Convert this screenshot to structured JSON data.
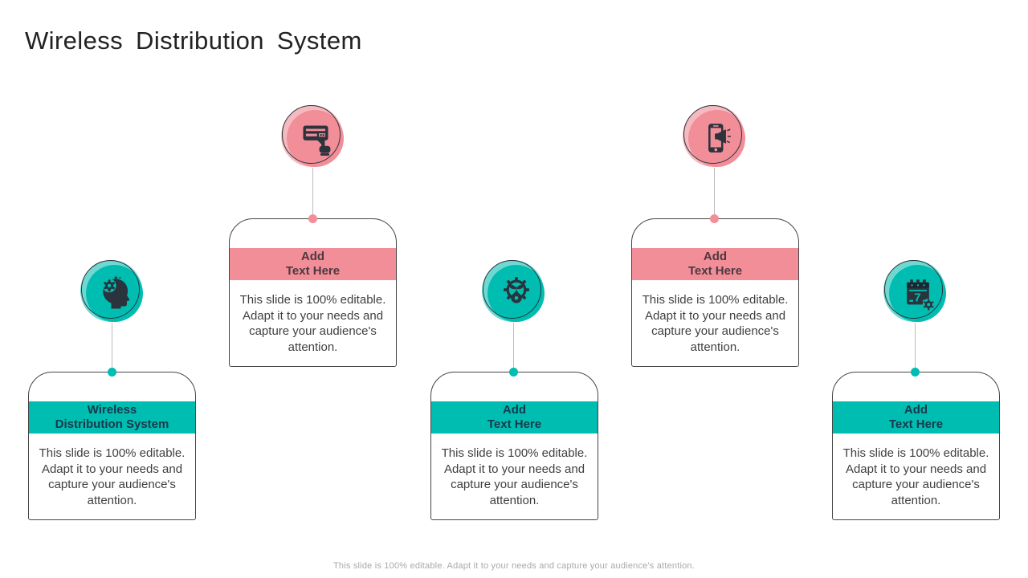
{
  "title": "Wireless Distribution System",
  "footer": "This slide is 100% editable. Adapt it to your needs and capture your audience's attention.",
  "colors": {
    "teal": "#00bdb2",
    "teal_light": "#6fd8d1",
    "pink": "#f28e98",
    "pink_light": "#f5bac0",
    "icon_dark": "#2b333d",
    "card_border": "#454545",
    "body_text": "#3f3f3f",
    "teal_header_text": "#17394b",
    "pink_header_text": "#4c393f",
    "footer_text": "#a9a9a9"
  },
  "cards": [
    {
      "icon": "brainstorm-head-icon",
      "accent": "teal",
      "header_line1": "Wireless",
      "header_line2": "Distribution System",
      "body": "This slide is 100% editable. Adapt it to your needs and capture your audience's attention."
    },
    {
      "icon": "message-click-icon",
      "accent": "pink",
      "header_line1": "Add",
      "header_line2": "Text Here",
      "body": "This slide is 100% editable. Adapt it to your needs and capture your audience's attention."
    },
    {
      "icon": "growth-gear-icon",
      "accent": "teal",
      "header_line1": "Add",
      "header_line2": "Text Here",
      "body": "This slide is 100% editable. Adapt it to your needs and capture your audience's attention."
    },
    {
      "icon": "mobile-megaphone-icon",
      "accent": "pink",
      "header_line1": "Add",
      "header_line2": "Text Here",
      "body": "This slide is 100% editable. Adapt it to your needs and capture your audience's attention."
    },
    {
      "icon": "calendar-gear-icon",
      "accent": "teal",
      "header_line1": "Add",
      "header_line2": "Text Here",
      "body": "This slide is 100% editable. Adapt it to your needs and capture your audience's attention."
    }
  ]
}
